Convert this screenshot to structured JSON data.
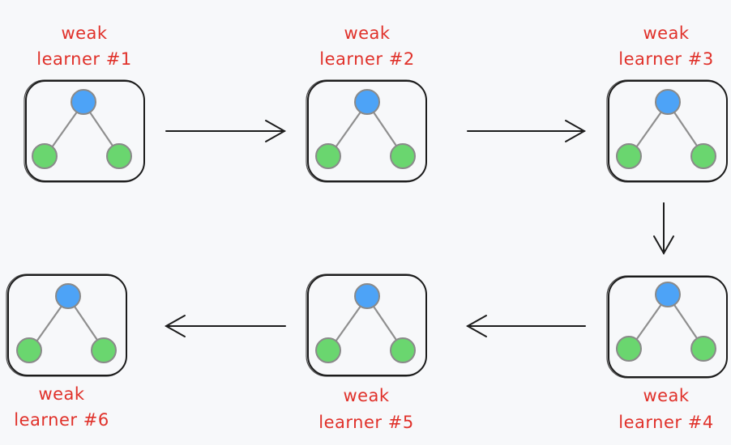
{
  "colors": {
    "background": "#f7f8fa",
    "label": "#e0312a",
    "box_stroke": "#1c1c1c",
    "root_node": "#4da3f7",
    "leaf_node": "#6ad66f",
    "node_stroke": "#8a8a8a",
    "edge": "#8f8f8f",
    "arrow": "#1c1c1c"
  },
  "icons": {
    "tree": "tree-icon",
    "arrow": "arrow-icon"
  },
  "learners": [
    {
      "line1": "weak",
      "line2": "learner #1"
    },
    {
      "line1": "weak",
      "line2": "learner #2"
    },
    {
      "line1": "weak",
      "line2": "learner #3"
    },
    {
      "line1": "weak",
      "line2": "learner #4"
    },
    {
      "line1": "weak",
      "line2": "learner #5"
    },
    {
      "line1": "weak",
      "line2": "learner #6"
    }
  ]
}
